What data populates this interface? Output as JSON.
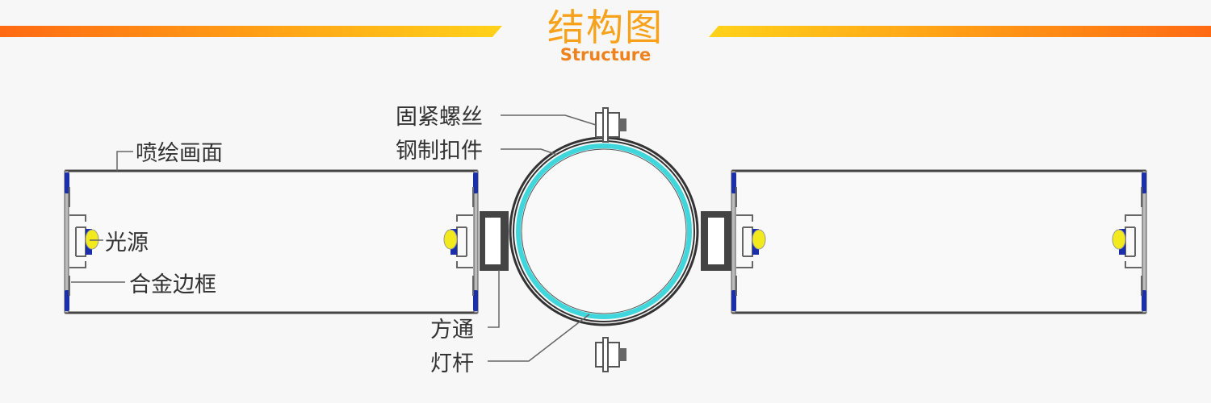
{
  "header": {
    "title": "结构图",
    "subtitle": "Structure"
  },
  "labels": {
    "screw": "固紧螺丝",
    "clamp": "钢制扣件",
    "print": "喷绘画面",
    "light": "光源",
    "frame": "合金边框",
    "tube": "方通",
    "pole": "灯杆"
  },
  "colors": {
    "accent_orange": "#ff6a13",
    "accent_yellow": "#ffd21a",
    "ring": "#3fd6dc",
    "led": "#f2ea1c",
    "seal": "#1a2fa8"
  }
}
